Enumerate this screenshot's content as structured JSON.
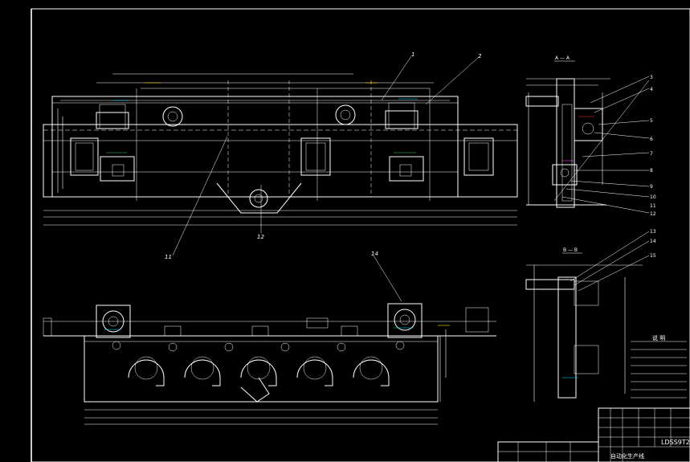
{
  "drawing": {
    "section_labels": {
      "section_a": "A — A",
      "section_b": "B — B"
    },
    "part_numbers_top": [
      "1",
      "2",
      "11",
      "12"
    ],
    "part_numbers_bottom": [
      "14"
    ],
    "section_a_callouts": [
      "3",
      "4",
      "5",
      "6",
      "7",
      "8",
      "9",
      "10",
      "11",
      "12"
    ],
    "section_b_callouts": [
      "13",
      "14",
      "15"
    ],
    "notes": {
      "heading": "说 明"
    },
    "title_block": {
      "drawing_number": "LDSS9T2",
      "caption": "自动化生产线"
    }
  },
  "colors": {
    "background": "#000000",
    "linework": "#ffffff",
    "accent_cyan": "#00e5ff",
    "accent_green": "#3dd34a",
    "accent_red": "#ff3030",
    "accent_yellow": "#ffe600"
  }
}
